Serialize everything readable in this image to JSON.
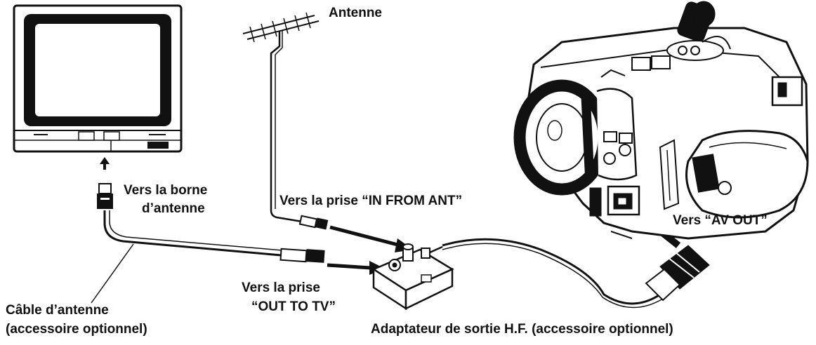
{
  "labels": {
    "antenna": "Antenne",
    "to_antenna_terminal_line1": "Vers la borne",
    "to_antenna_terminal_line2": "d’antenne",
    "to_in_from_ant": "Vers la prise “IN FROM ANT”",
    "to_av_out": "Vers “AV OUT”",
    "to_out_to_tv_line1": "Vers la prise",
    "to_out_to_tv_line2": "“OUT TO TV”",
    "cable_line1": "Câble d’antenne",
    "cable_line2": "(accessoire optionnel)",
    "rf_adapter": "Adaptateur de sortie H.F. (accessoire optionnel)"
  }
}
